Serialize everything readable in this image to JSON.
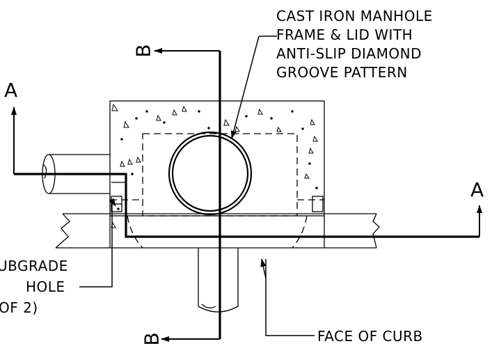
{
  "title": "",
  "labels": {
    "frame_lid": [
      "CAST IRON MANHOLE",
      "FRAME & LID WITH",
      "ANTI-SLIP DIAMOND",
      "GROOVE PATTERN"
    ],
    "subgrade": [
      "UBGRADE",
      "HOLE",
      "OF 2)"
    ],
    "face_of_curb": "FACE OF CURB"
  },
  "section_marks": {
    "a_left": "A",
    "a_right": "A",
    "b_top": "B",
    "b_bottom": "B"
  }
}
